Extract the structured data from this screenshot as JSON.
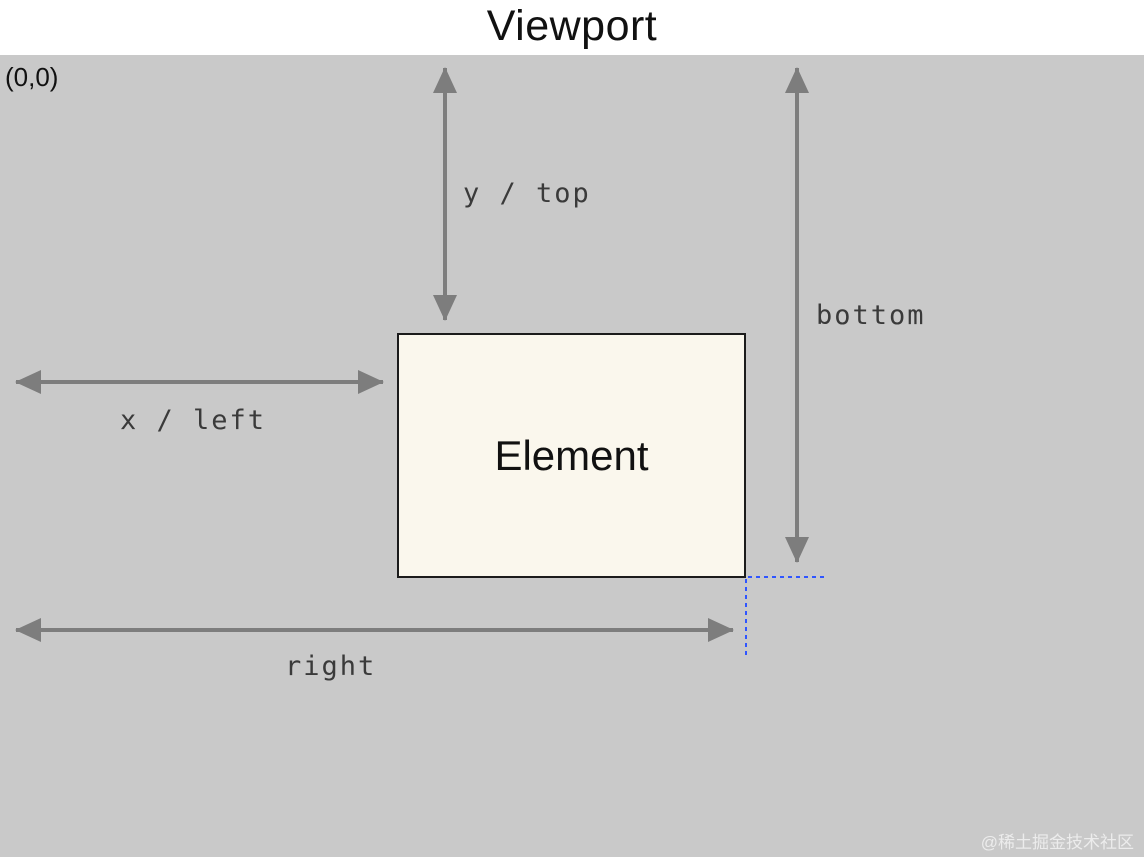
{
  "diagram": {
    "title": "Viewport",
    "origin_label": "(0,0)",
    "element_label": "Element",
    "labels": {
      "y_top": "y / top",
      "bottom": "bottom",
      "x_left": "x / left",
      "right": "right"
    },
    "watermark": "@稀土掘金技术社区",
    "colors": {
      "viewport_bg": "#c9c9c9",
      "element_bg": "#faf7ed",
      "element_border": "#1b1b1b",
      "arrow": "#7d7d7d",
      "guide_blue": "#2f55ff",
      "title_text": "#111111",
      "label_text": "#3a3a3a"
    }
  }
}
